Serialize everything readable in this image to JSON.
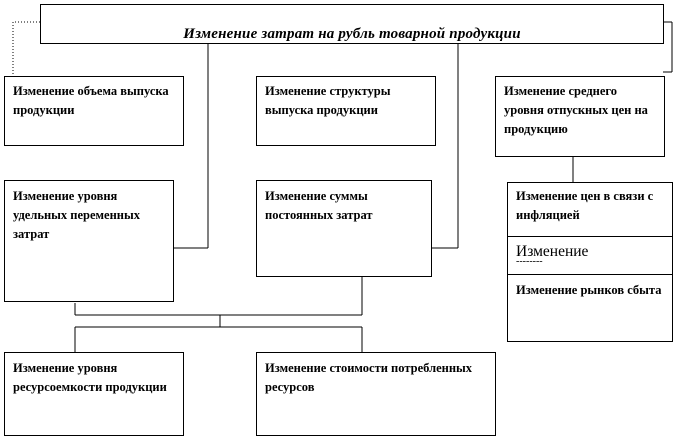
{
  "diagram": {
    "title": "Изменение затрат на рубль товарной продукции",
    "boxes": {
      "volume": "Изменение объема выпуска продукции",
      "structure": "Изменение структуры выпуска продукции",
      "avg_price": "Изменение среднего уровня отпускных цен на продукцию",
      "variable_costs": "Изменение уровня удельных переменных затрат",
      "fixed_costs": "Изменение суммы постоянных затрат",
      "inflation_prices": "Изменение цен в связи с инфляцией",
      "change_generic": "Изменение",
      "change_generic_dashes": "--------",
      "markets": "Изменение рынков сбыта",
      "resource_intensity": "Изменение уровня ресурсоемкости продукции",
      "resource_cost": "Изменение стоимости потребленных ресурсов"
    }
  }
}
